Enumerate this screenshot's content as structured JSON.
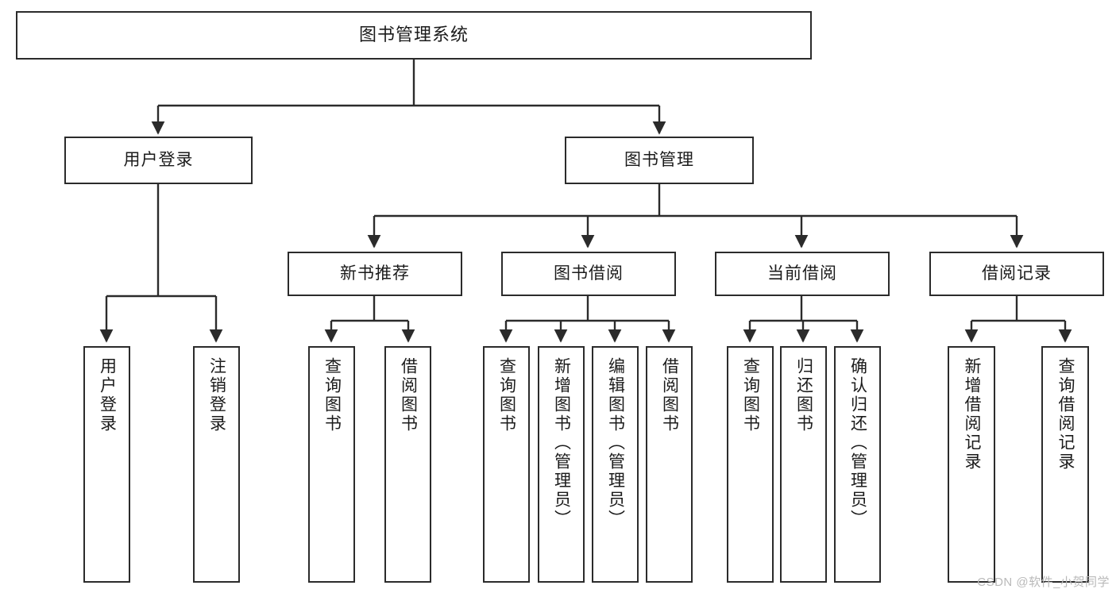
{
  "diagram": {
    "title": "图书管理系统",
    "watermark": "CSDN @软件_小贺同学",
    "colors": {
      "box_border": "#2b2b2b",
      "connector": "#2b2b2b",
      "background": "#ffffff",
      "text": "#1b1b1b",
      "watermark": "#b9b9b9"
    },
    "root": {
      "label": "图书管理系统"
    },
    "level2": [
      {
        "label": "用户登录"
      },
      {
        "label": "图书管理"
      }
    ],
    "level3": [
      {
        "label": "新书推荐"
      },
      {
        "label": "图书借阅"
      },
      {
        "label": "当前借阅"
      },
      {
        "label": "借阅记录"
      }
    ],
    "leaves": {
      "user_login": [
        {
          "label": "用户登录"
        },
        {
          "label": "注销登录"
        }
      ],
      "new_book_recommend": [
        {
          "label": "查询图书"
        },
        {
          "label": "借阅图书"
        }
      ],
      "book_borrow": [
        {
          "label": "查询图书"
        },
        {
          "label": "新增图书（管理员）"
        },
        {
          "label": "编辑图书（管理员）"
        },
        {
          "label": "借阅图书"
        }
      ],
      "current_borrow": [
        {
          "label": "查询图书"
        },
        {
          "label": "归还图书"
        },
        {
          "label": "确认归还（管理员）"
        }
      ],
      "borrow_record": [
        {
          "label": "新增借阅记录"
        },
        {
          "label": "查询借阅记录"
        }
      ]
    }
  }
}
